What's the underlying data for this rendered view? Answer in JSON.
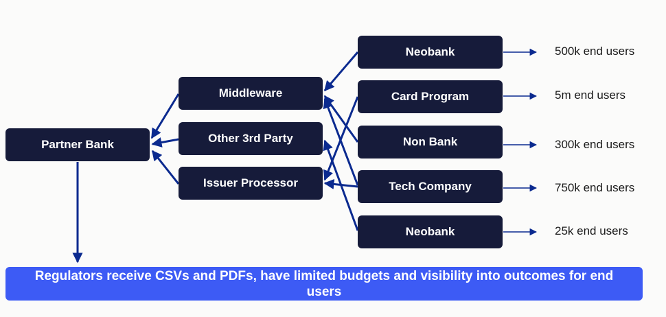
{
  "nodes": {
    "partner_bank": "Partner Bank",
    "middleware": "Middleware",
    "other_3rd_party": "Other 3rd Party",
    "issuer_processor": "Issuer Processor",
    "neobank_top": "Neobank",
    "card_program": "Card Program",
    "non_bank": "Non Bank",
    "tech_company": "Tech Company",
    "neobank_bottom": "Neobank"
  },
  "end_users": {
    "neobank_top": "500k end users",
    "card_program": "5m end users",
    "non_bank": "300k end users",
    "tech_company": "750k end users",
    "neobank_bottom": "25k end users"
  },
  "banner": {
    "text": "Regulators receive CSVs and PDFs, have limited budgets and visibility into outcomes for end users"
  },
  "colors": {
    "node_fill": "#161b3a",
    "arrow": "#0b2a8f",
    "banner_fill": "#3d5bf5",
    "background": "#fbfbfa"
  }
}
